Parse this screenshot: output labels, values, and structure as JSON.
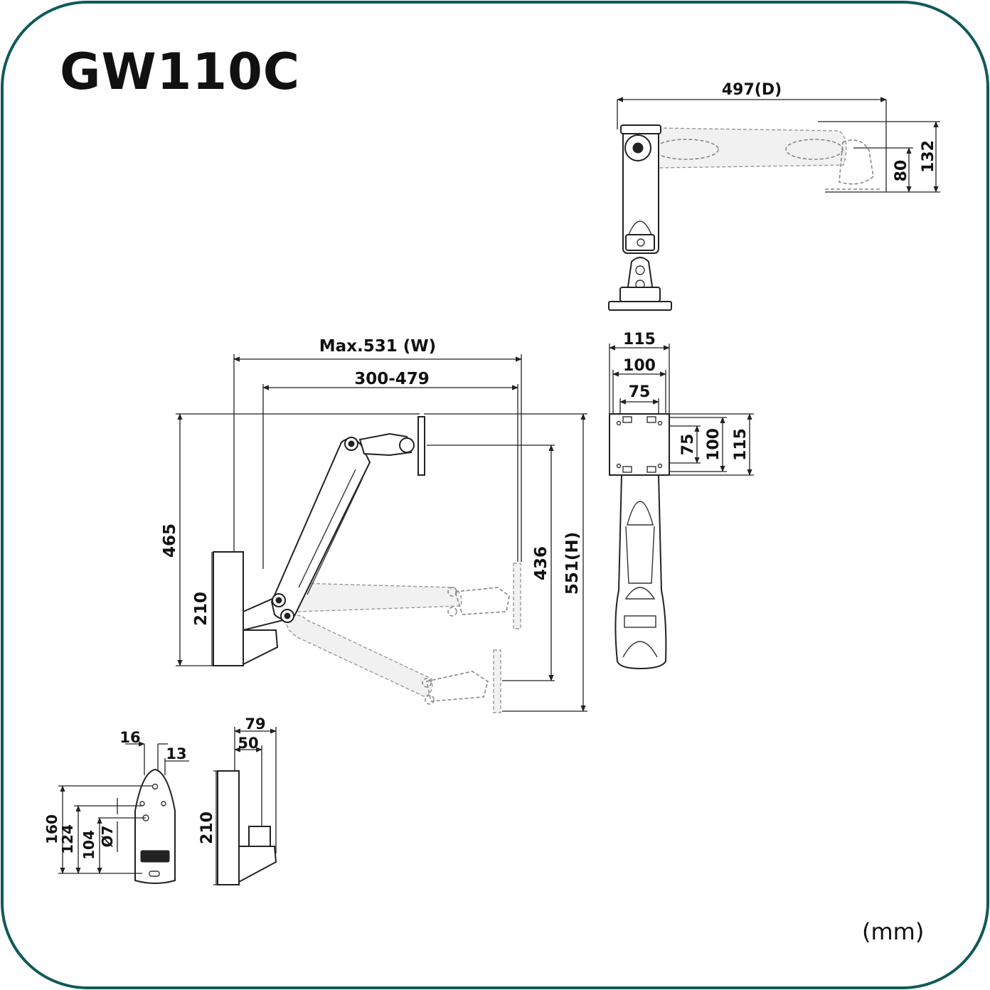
{
  "title": "GW110C",
  "unit_note": "(mm)",
  "colors": {
    "border": "#0f5a58",
    "line": "#222222",
    "ghost": "#888888"
  },
  "top_view": {
    "depth": "497(D)",
    "h_132": "132",
    "h_80": "80"
  },
  "side_view": {
    "max_width": "Max.531 (W)",
    "width_range": "300-479",
    "h_465": "465",
    "h_210": "210",
    "h_436": "436",
    "h_551": "551(H)"
  },
  "vesa_view": {
    "w_115": "115",
    "w_100": "100",
    "w_75": "75",
    "h_75": "75",
    "h_100": "100",
    "h_115": "115"
  },
  "plate_front": {
    "w_16": "16",
    "w_13": "13",
    "h_160": "160",
    "h_124": "124",
    "h_104": "104",
    "dia": "Ø7"
  },
  "plate_side": {
    "w_79": "79",
    "w_50": "50",
    "h_210": "210"
  }
}
